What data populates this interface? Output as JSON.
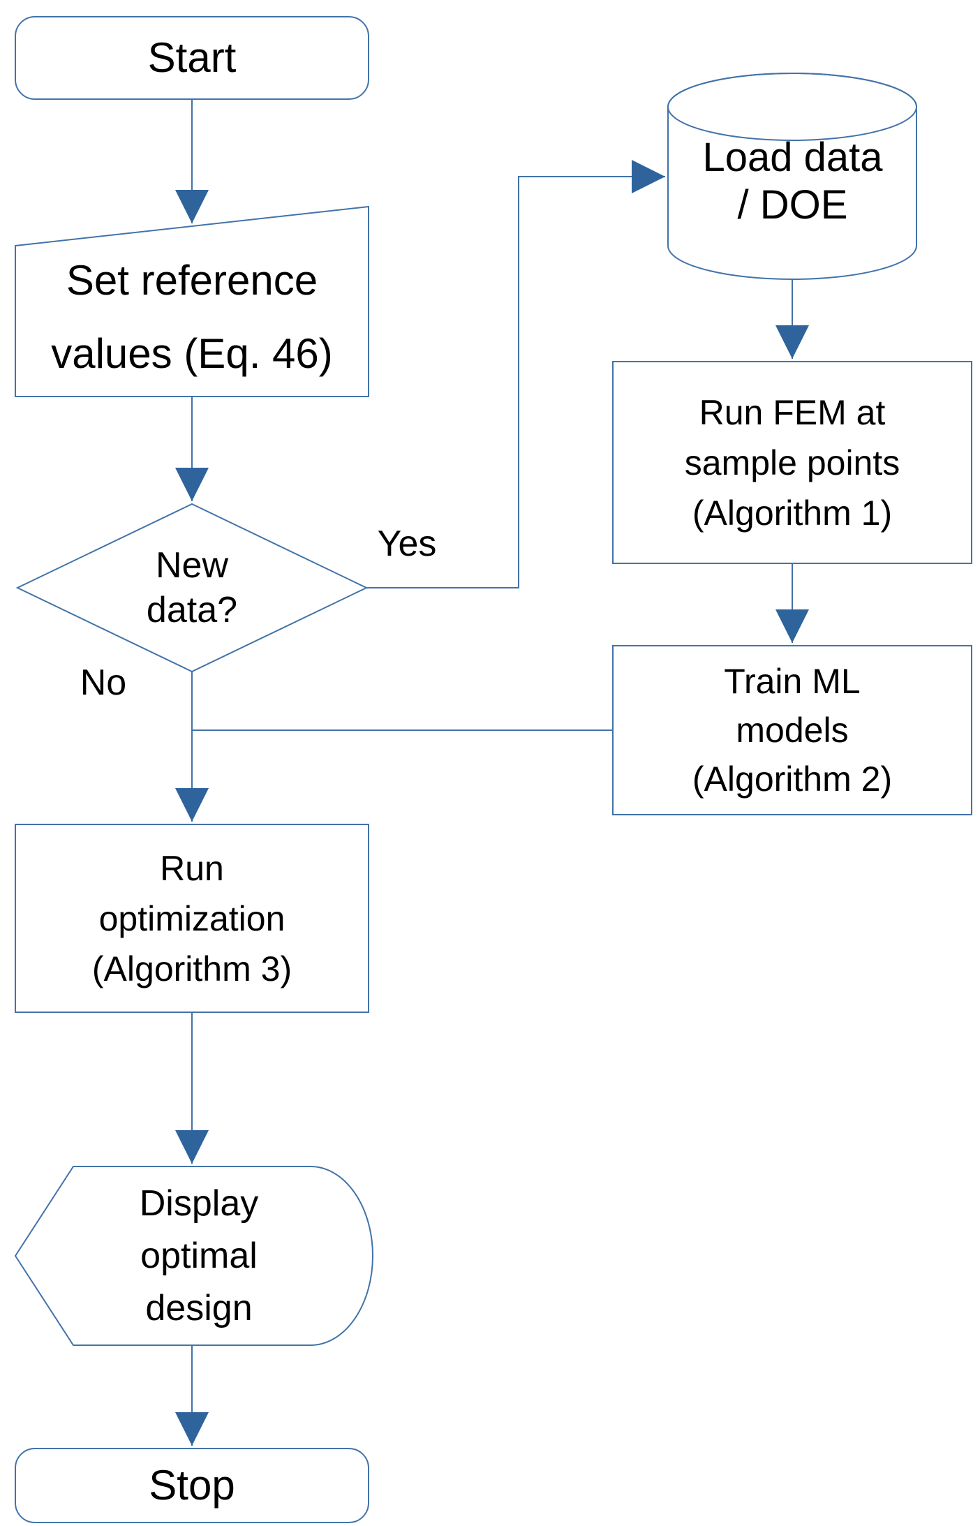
{
  "diagram": {
    "description": "Flowchart of ML-assisted FEM design optimization workflow",
    "colors": {
      "stroke": "#4273a8",
      "arrow": "#2e639c",
      "text": "#000000",
      "background": "#ffffff"
    },
    "nodes": {
      "start": {
        "type": "terminator",
        "label": "Start"
      },
      "set_reference": {
        "type": "manual-input",
        "label": "Set reference\nvalues (Eq. 46)"
      },
      "new_data": {
        "type": "decision",
        "label": "New\ndata?"
      },
      "load_data": {
        "type": "database",
        "label": "Load data\n/ DOE"
      },
      "run_fem": {
        "type": "process",
        "label": "Run FEM at\nsample points\n(Algorithm 1)"
      },
      "train_ml": {
        "type": "process",
        "label": "Train ML\nmodels\n(Algorithm 2)"
      },
      "run_optimization": {
        "type": "process",
        "label": "Run\noptimization\n(Algorithm 3)"
      },
      "display_design": {
        "type": "display",
        "label": "Display\noptimal\ndesign"
      },
      "stop": {
        "type": "terminator",
        "label": "Stop"
      }
    },
    "edges": {
      "yes_label": "Yes",
      "no_label": "No"
    }
  }
}
